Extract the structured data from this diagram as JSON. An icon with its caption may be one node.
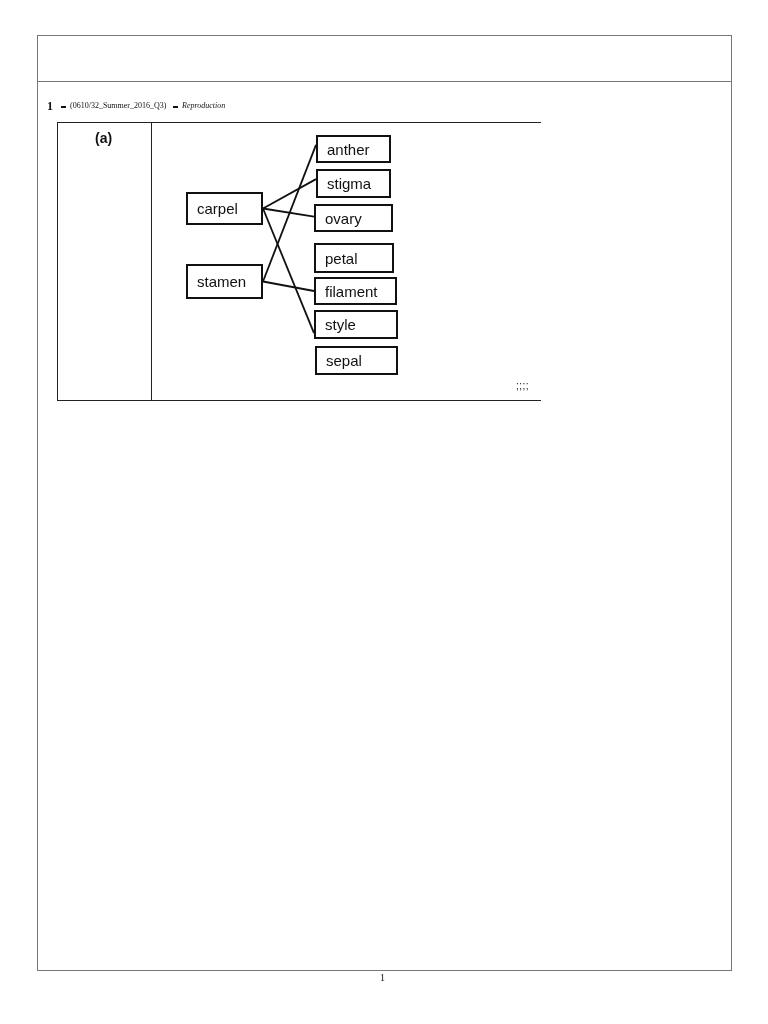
{
  "diagram": {
    "nodes": [
      {
        "text": [
          "carpel"
        ]
      },
      {
        "text": [
          "stamen"
        ]
      },
      {
        "text": [
          "anther"
        ]
      },
      {
        "text": [
          "stigma"
        ]
      },
      {
        "text": [
          "ovary"
        ]
      },
      {
        "text": [
          "petal"
        ]
      },
      {
        "text": [
          "filament"
        ]
      },
      {
        "text": [
          "style"
        ]
      },
      {
        "text": [
          "sepal"
        ]
      }
    ],
    "edges": [
      {
        "from": 0,
        "to": 3,
        "arrow": "none"
      },
      {
        "from": 0,
        "to": 4,
        "arrow": "none"
      },
      {
        "from": 0,
        "to": 7,
        "arrow": "none"
      },
      {
        "from": 1,
        "to": 2,
        "arrow": "none"
      },
      {
        "from": 1,
        "to": 6,
        "arrow": "none"
      }
    ],
    "labels": [
      "1",
      "(0610/32_Summer_2016_Q3)",
      "Reproduction",
      "(a)",
      ";;;;",
      "1"
    ]
  }
}
